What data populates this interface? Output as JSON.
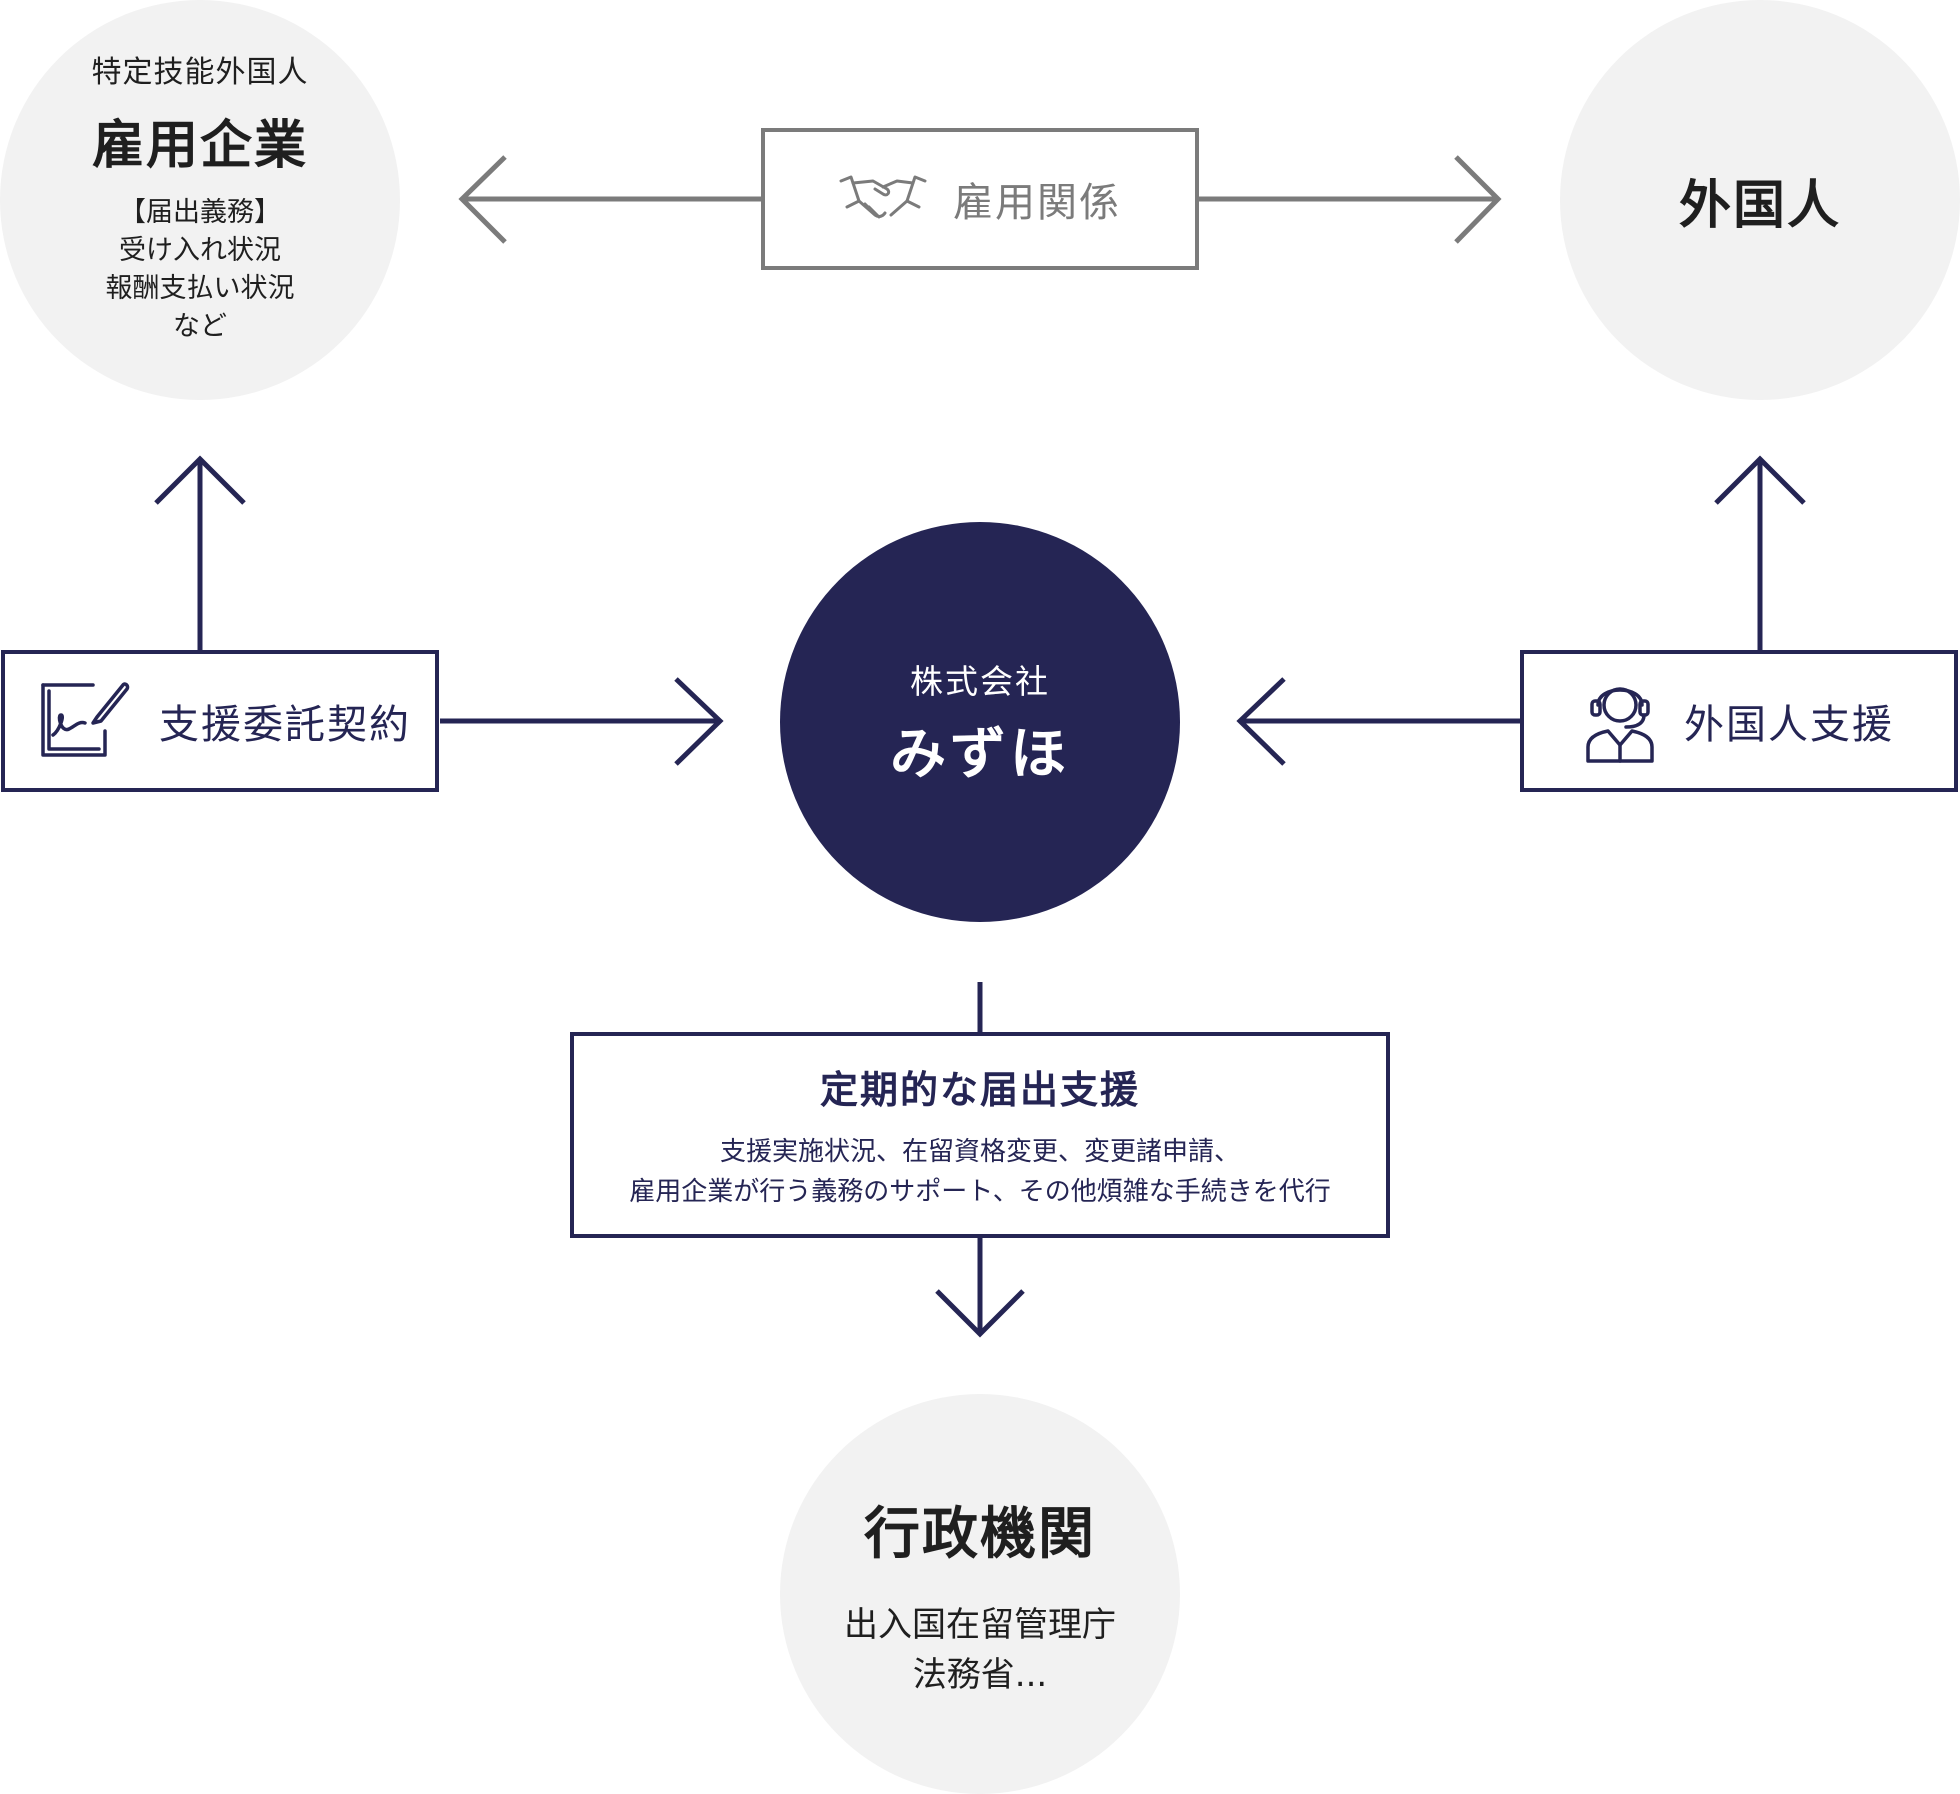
{
  "colors": {
    "navy": "#252554",
    "gray_line": "#7b7b7b",
    "circle_light": "#f2f2f2"
  },
  "employer": {
    "subtitle": "特定技能外国人",
    "title": "雇用企業",
    "details": [
      "【届出義務】",
      "受け入れ状況",
      "報酬支払い状況",
      "など"
    ]
  },
  "employment_relation": {
    "icon": "handshake-icon",
    "label": "雇用関係"
  },
  "foreigner": {
    "title": "外国人"
  },
  "contract": {
    "icon": "note-pen-icon",
    "label": "支援委託契約"
  },
  "company": {
    "type": "株式会社",
    "name": "みずほ"
  },
  "foreigner_support": {
    "icon": "headset-person-icon",
    "label": "外国人支援"
  },
  "filing_support": {
    "title": "定期的な届出支援",
    "description": [
      "支援実施状況、在留資格変更、変更諸申請、",
      "雇用企業が行う義務のサポート、その他煩雑な手続きを代行"
    ]
  },
  "government": {
    "title": "行政機関",
    "details": [
      "出入国在留管理庁",
      "法務省..."
    ]
  }
}
